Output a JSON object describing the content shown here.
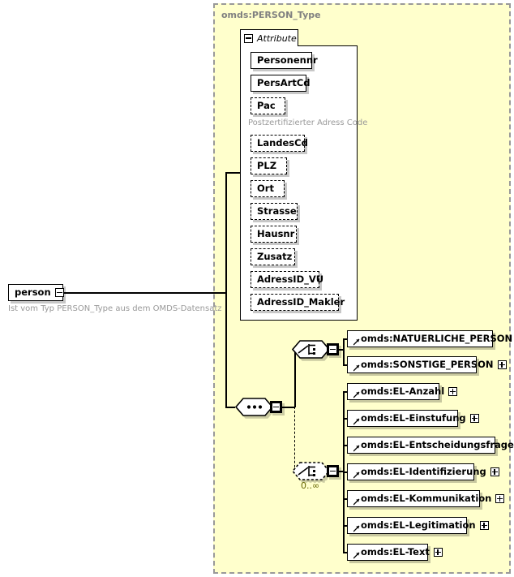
{
  "diagram": {
    "kind": "xsd-schema-diagram",
    "type_container": {
      "title": "omds:PERSON_Type"
    },
    "root_element": {
      "name": "person",
      "toggle": "minus-toggle",
      "annotation": "Ist vom Typ PERSON_Type aus dem OMDS-Datensatz"
    },
    "attribute_panel": {
      "tab_label": "Attribute",
      "tab_toggle": "minus-toggle",
      "attributes": [
        {
          "label": "Personennr",
          "required": true,
          "width": 76
        },
        {
          "label": "PersArtCd",
          "required": true,
          "width": 69
        },
        {
          "label": "Pac",
          "required": false,
          "width": 43,
          "annotation": "Postzertifizierter Adress Code"
        },
        {
          "label": "LandesCd",
          "required": false,
          "width": 67
        },
        {
          "label": "PLZ",
          "required": false,
          "width": 45
        },
        {
          "label": "Ort",
          "required": false,
          "width": 42
        },
        {
          "label": "Strasse",
          "required": false,
          "width": 58
        },
        {
          "label": "Hausnr",
          "required": false,
          "width": 57
        },
        {
          "label": "Zusatz",
          "required": false,
          "width": 55
        },
        {
          "label": "AdressID_VU",
          "required": false,
          "width": 85
        },
        {
          "label": "AdressID_Makler",
          "required": false,
          "width": 109
        }
      ]
    },
    "compositors": {
      "sequence": {
        "kind": "sequence",
        "toggle": "minus-toggle",
        "required": true
      },
      "choice_person": {
        "kind": "choice",
        "toggle": "minus-toggle",
        "required": true
      },
      "choice_el": {
        "kind": "choice",
        "toggle": "minus-toggle",
        "required": false,
        "cardinality": "0..∞"
      }
    },
    "person_choice_elements": [
      {
        "label": "omds:NATUERLICHE_PERSON",
        "width": 180,
        "toggle": "plus-toggle"
      },
      {
        "label": "omds:SONSTIGE_PERSON",
        "width": 160,
        "toggle": "plus-toggle"
      }
    ],
    "el_choice_elements": [
      {
        "label": "omds:EL-Anzahl",
        "width": 114,
        "toggle": "plus-toggle"
      },
      {
        "label": "omds:EL-Einstufung",
        "width": 137,
        "toggle": "plus-toggle"
      },
      {
        "label": "omds:EL-Entscheidungsfrage",
        "width": 183,
        "toggle": "plus-toggle"
      },
      {
        "label": "omds:EL-Identifizierung",
        "width": 157,
        "toggle": "plus-toggle"
      },
      {
        "label": "omds:EL-Kommunikation",
        "width": 164,
        "toggle": "plus-toggle"
      },
      {
        "label": "omds:EL-Legitimation",
        "width": 148,
        "toggle": "plus-toggle"
      },
      {
        "label": "omds:EL-Text",
        "width": 100,
        "toggle": "plus-toggle"
      }
    ],
    "colors": {
      "container_fill": "#ffffcc",
      "container_border": "#999999",
      "node_fill": "#ffffff",
      "line": "#000000",
      "annotation_text": "#999999",
      "title_text": "#808080",
      "cardinality_text": "#666600"
    }
  }
}
